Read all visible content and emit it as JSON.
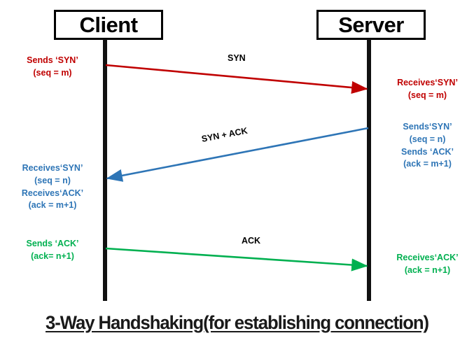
{
  "nodes": {
    "client": {
      "label": "Client"
    },
    "server": {
      "label": "Server"
    }
  },
  "colors": {
    "syn": "#C00000",
    "syn_ack": "#2E75B6",
    "ack": "#00B050",
    "lifeline": "#111111",
    "text": "#000000"
  },
  "messages": [
    {
      "name": "syn",
      "label": "SYN",
      "direction": "client-to-server",
      "color": "#C00000"
    },
    {
      "name": "syn-ack",
      "label": "SYN + ACK",
      "direction": "server-to-client",
      "color": "#2E75B6"
    },
    {
      "name": "ack",
      "label": "ACK",
      "direction": "client-to-server",
      "color": "#00B050"
    }
  ],
  "annotations": {
    "client_syn_send": {
      "line1": "Sends ‘SYN’",
      "line2": "(seq = m)"
    },
    "server_syn_rcv": {
      "line1": "Receives‘SYN’",
      "line2": "(seq = m)"
    },
    "server_synack_snd": {
      "line1": "Sends‘SYN’",
      "line2": "(seq = n)",
      "line3": "Sends ‘ACK’",
      "line4": "(ack = m+1)"
    },
    "client_synack_rcv": {
      "line1": "Receives‘SYN’",
      "line2": "(seq = n)",
      "line3": "Receives‘ACK’",
      "line4": "(ack = m+1)"
    },
    "client_ack_send": {
      "line1": "Sends ‘ACK’",
      "line2": "(ack= n+1)"
    },
    "server_ack_rcv": {
      "line1": "Receives‘ACK’",
      "line2": "(ack = n+1)"
    }
  },
  "caption": {
    "text": "3-Way Handshaking(for establishing connection)"
  }
}
